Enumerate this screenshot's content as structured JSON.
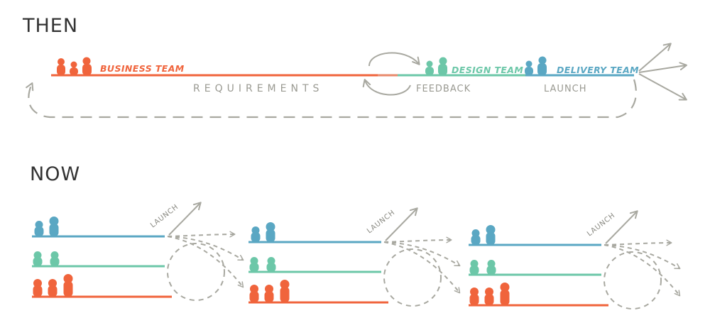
{
  "then": {
    "title": "THEN",
    "business_team": "BUSINESS TEAM",
    "design_team": "DESIGN TEAM",
    "delivery_team": "DELIVERY TEAM",
    "requirements": "REQUIREMENTS",
    "feedback": "FEEDBACK",
    "launch": "LAUNCH"
  },
  "now": {
    "title": "NOW",
    "launch": "LAUNCH"
  },
  "colors": {
    "business": "#f0643c",
    "design": "#6cc7a8",
    "delivery": "#5aa7c3",
    "arrow": "#a8a8a0"
  }
}
